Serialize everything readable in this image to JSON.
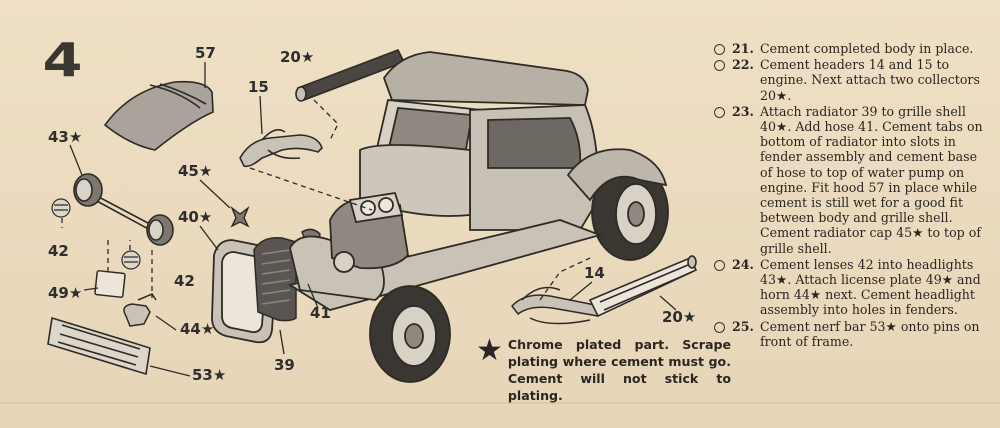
{
  "step_number": "4",
  "labels": {
    "p57": "57",
    "p20a": "20★",
    "p15": "15",
    "p43": "43★",
    "p45": "45★",
    "p40": "40★",
    "p42a": "42",
    "p42b": "42",
    "p49": "49★",
    "p44": "44★",
    "p53": "53★",
    "p39": "39",
    "p41": "41",
    "p14": "14",
    "p20b": "20★"
  },
  "steps": [
    {
      "num": "21.",
      "text": "Cement completed body in place."
    },
    {
      "num": "22.",
      "text": "Cement headers 14 and 15 to engine. Next attach two collectors 20★."
    },
    {
      "num": "23.",
      "text": "Attach radiator 39 to grille shell 40★. Add hose 41. Cement tabs on bottom of radiator into slots in fender assembly and cement base of hose to top of water pump on engine. Fit hood 57 in place while cement is still wet for a good fit between body and grille shell. Cement radiator cap 45★ to top of grille shell."
    },
    {
      "num": "24.",
      "text": "Cement lenses 42 into headlights 43★. Attach license plate 49★ and horn 44★ next. Cement headlight assembly into holes in fenders."
    },
    {
      "num": "25.",
      "text": "Cement nerf bar 53★ onto pins on front of frame."
    }
  ],
  "note": {
    "star": "★",
    "text": "Chrome plated part. Scrape plating where cement must go. Cement will not stick to plating."
  }
}
